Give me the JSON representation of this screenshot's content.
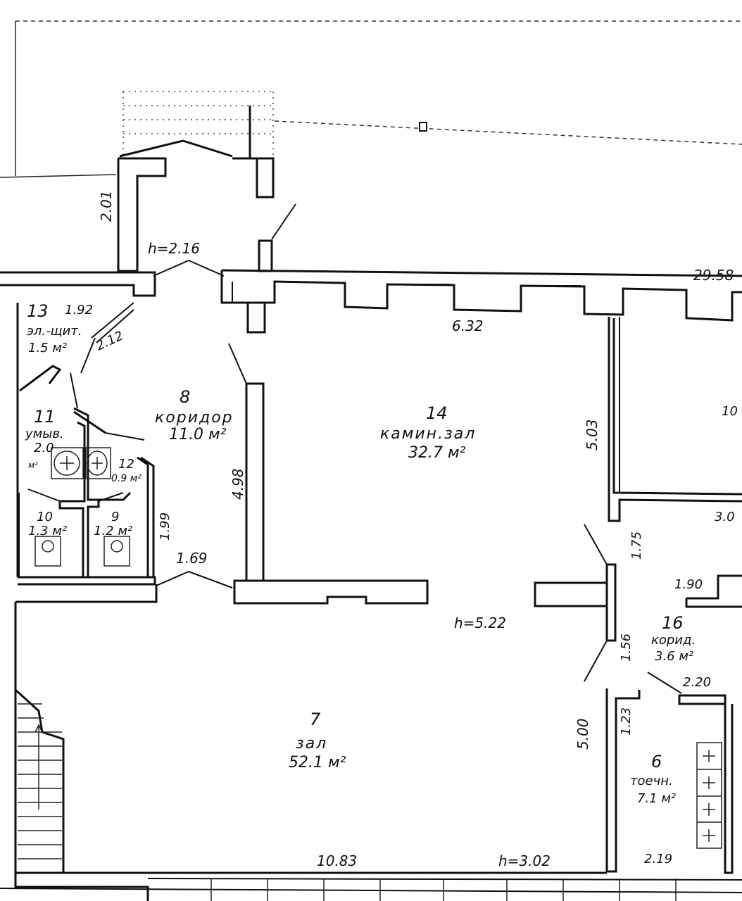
{
  "rooms": [
    {
      "number": "13",
      "name": "эл.-щит.",
      "area": "1.5 м²"
    },
    {
      "number": "11",
      "name": "умыв.",
      "area": "2.0 м²"
    },
    {
      "number": "12",
      "name": "",
      "area": "0.9 м²"
    },
    {
      "number": "10",
      "name": "",
      "area": "1.3 м²"
    },
    {
      "number": "9",
      "name": "",
      "area": "1.2 м²"
    },
    {
      "number": "8",
      "name": "коридор",
      "area": "11.0 м²"
    },
    {
      "number": "14",
      "name": "камин.зал",
      "area": "32.7 м²"
    },
    {
      "number": "16",
      "name": "корид.",
      "area": "3.6 м²"
    },
    {
      "number": "7",
      "name": "зал",
      "area": "52.1 м²"
    },
    {
      "number": "6",
      "name": "тоечн.",
      "area": "7.1 м²"
    }
  ],
  "dimensions": {
    "d1": "h=2.16",
    "d2": "2.01",
    "d3": "29.58",
    "d4": "1.92",
    "d5": "2.12",
    "d6": "6.32",
    "d7": "5.03",
    "d8": "4.98",
    "d9": "1.99",
    "d10": "1.69",
    "d11": "1.75",
    "d12": "3.0",
    "d13": "1.90",
    "d14": "h=5.22",
    "d15": "1.56",
    "d16": "2.20",
    "d17": "5.00",
    "d18": "1.23",
    "d19": "10.83",
    "d20": "h=3.02",
    "d21": "2.19",
    "d22": "10",
    "d23": "2.0",
    "d24": "м²"
  }
}
